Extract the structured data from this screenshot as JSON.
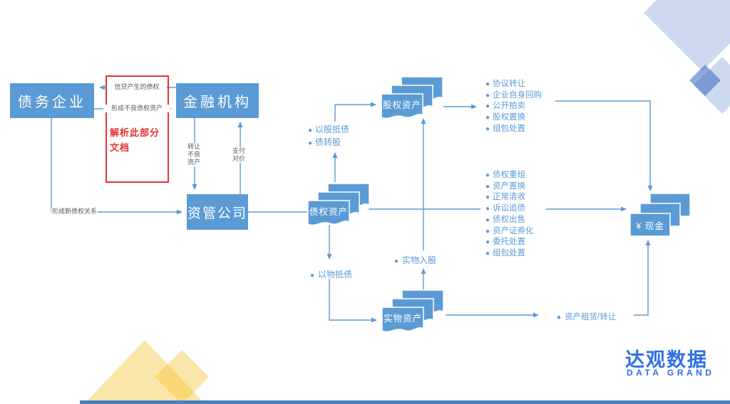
{
  "diagram": {
    "nodes": {
      "debtor": "债务企业",
      "financial": "金融机构",
      "amc": "资管公司",
      "credit_assets": "债权资产",
      "equity_assets": "股权资产",
      "physical_assets": "实物资产",
      "cash": "¥ 现金"
    },
    "edge_labels": {
      "credit_generated": "信贷产生的债权",
      "form_npl": "形成不良债权资产",
      "transfer_npl": "转让\n不良\n资产",
      "pay_consideration": "支付\n对价",
      "new_credit_relation": "形成新债权关系"
    },
    "annotation": {
      "text": "解析此部分\n文档"
    },
    "bullets": {
      "to_equity": [
        "以股抵债",
        "债转股"
      ],
      "equity_disposal": [
        "协议转让",
        "企业自身回购",
        "公开拍卖",
        "股权置换",
        "组包处置"
      ],
      "credit_disposal": [
        "债权重组",
        "资产置换",
        "正常清收",
        "诉讼追债",
        "债权出售",
        "资产证券化",
        "委托处置",
        "组包处置"
      ],
      "physical_to_equity": "实物入股",
      "to_physical": "以物抵债",
      "physical_disposal": "资产租赁/转让"
    }
  },
  "logo": {
    "cn": "达观数据",
    "en": "DATA GRAND"
  },
  "icons": {
    "bullet": "●"
  },
  "colors": {
    "node_blue": "#5b9bd5",
    "annotation_red": "#e53333",
    "logo_blue": "#2f6fe4",
    "label_gray": "#595959",
    "footer_bar_blue": "#4a7ebe"
  }
}
